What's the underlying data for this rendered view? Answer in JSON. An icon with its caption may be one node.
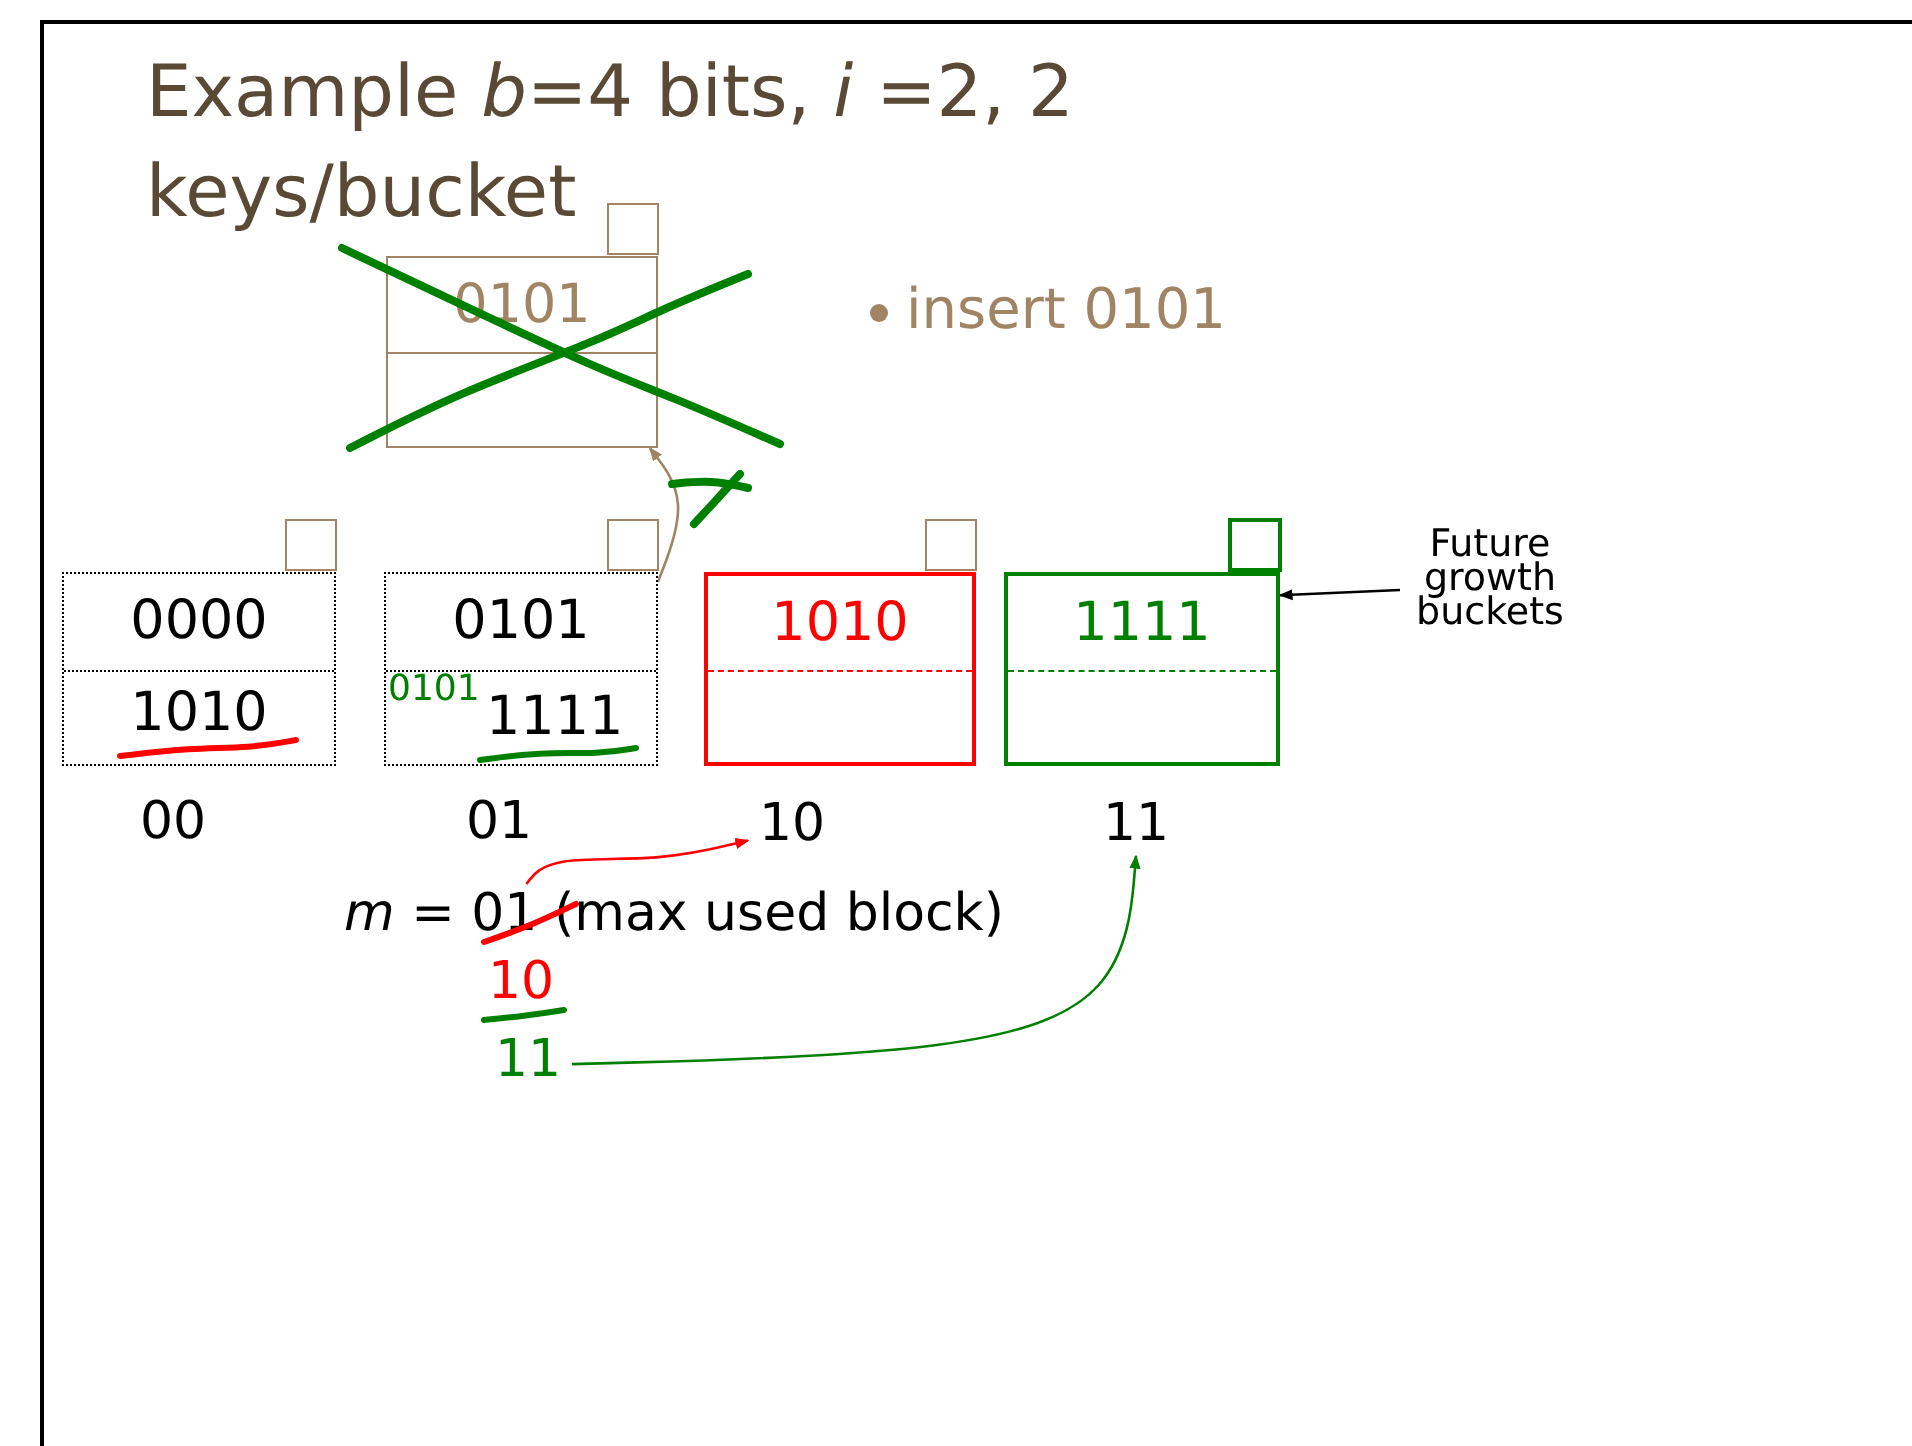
{
  "diagram": {
    "title": "Example   *b*=4 bits,    *i* =2,   2 keys/bucket",
    "nodes": [
      {
        "text": [
          "0101"
        ]
      },
      {
        "text": [
          "0000",
          "1010"
        ],
        "beside": [
          "00"
        ]
      },
      {
        "text": [
          "0101",
          "0101",
          "1111"
        ],
        "beside": [
          "01"
        ]
      },
      {
        "text": [
          "1010"
        ]
      },
      {
        "text": [
          "1111"
        ]
      },
      {
        "text": [
          "Future growth buckets"
        ]
      },
      {
        "text": [
          "10"
        ]
      },
      {
        "text": [
          "*m* = 01 (max used block)"
        ]
      },
      {
        "text": [
          "11"
        ]
      },
      {
        "text": [
          "11"
        ]
      }
    ],
    "edges": [
      {
        "from": 2,
        "to": 0,
        "arrow": "to",
        "color": "#a08464"
      },
      {
        "from": 7,
        "to": 6,
        "arrow": "to",
        "color": "#ff0000"
      },
      {
        "from": 8,
        "to": 9,
        "arrow": "to",
        "color": "#008000"
      },
      {
        "from": 5,
        "to": 4,
        "arrow": "to",
        "color": "#000000"
      }
    ],
    "labels": [
      "insert 0101",
      "10"
    ]
  }
}
